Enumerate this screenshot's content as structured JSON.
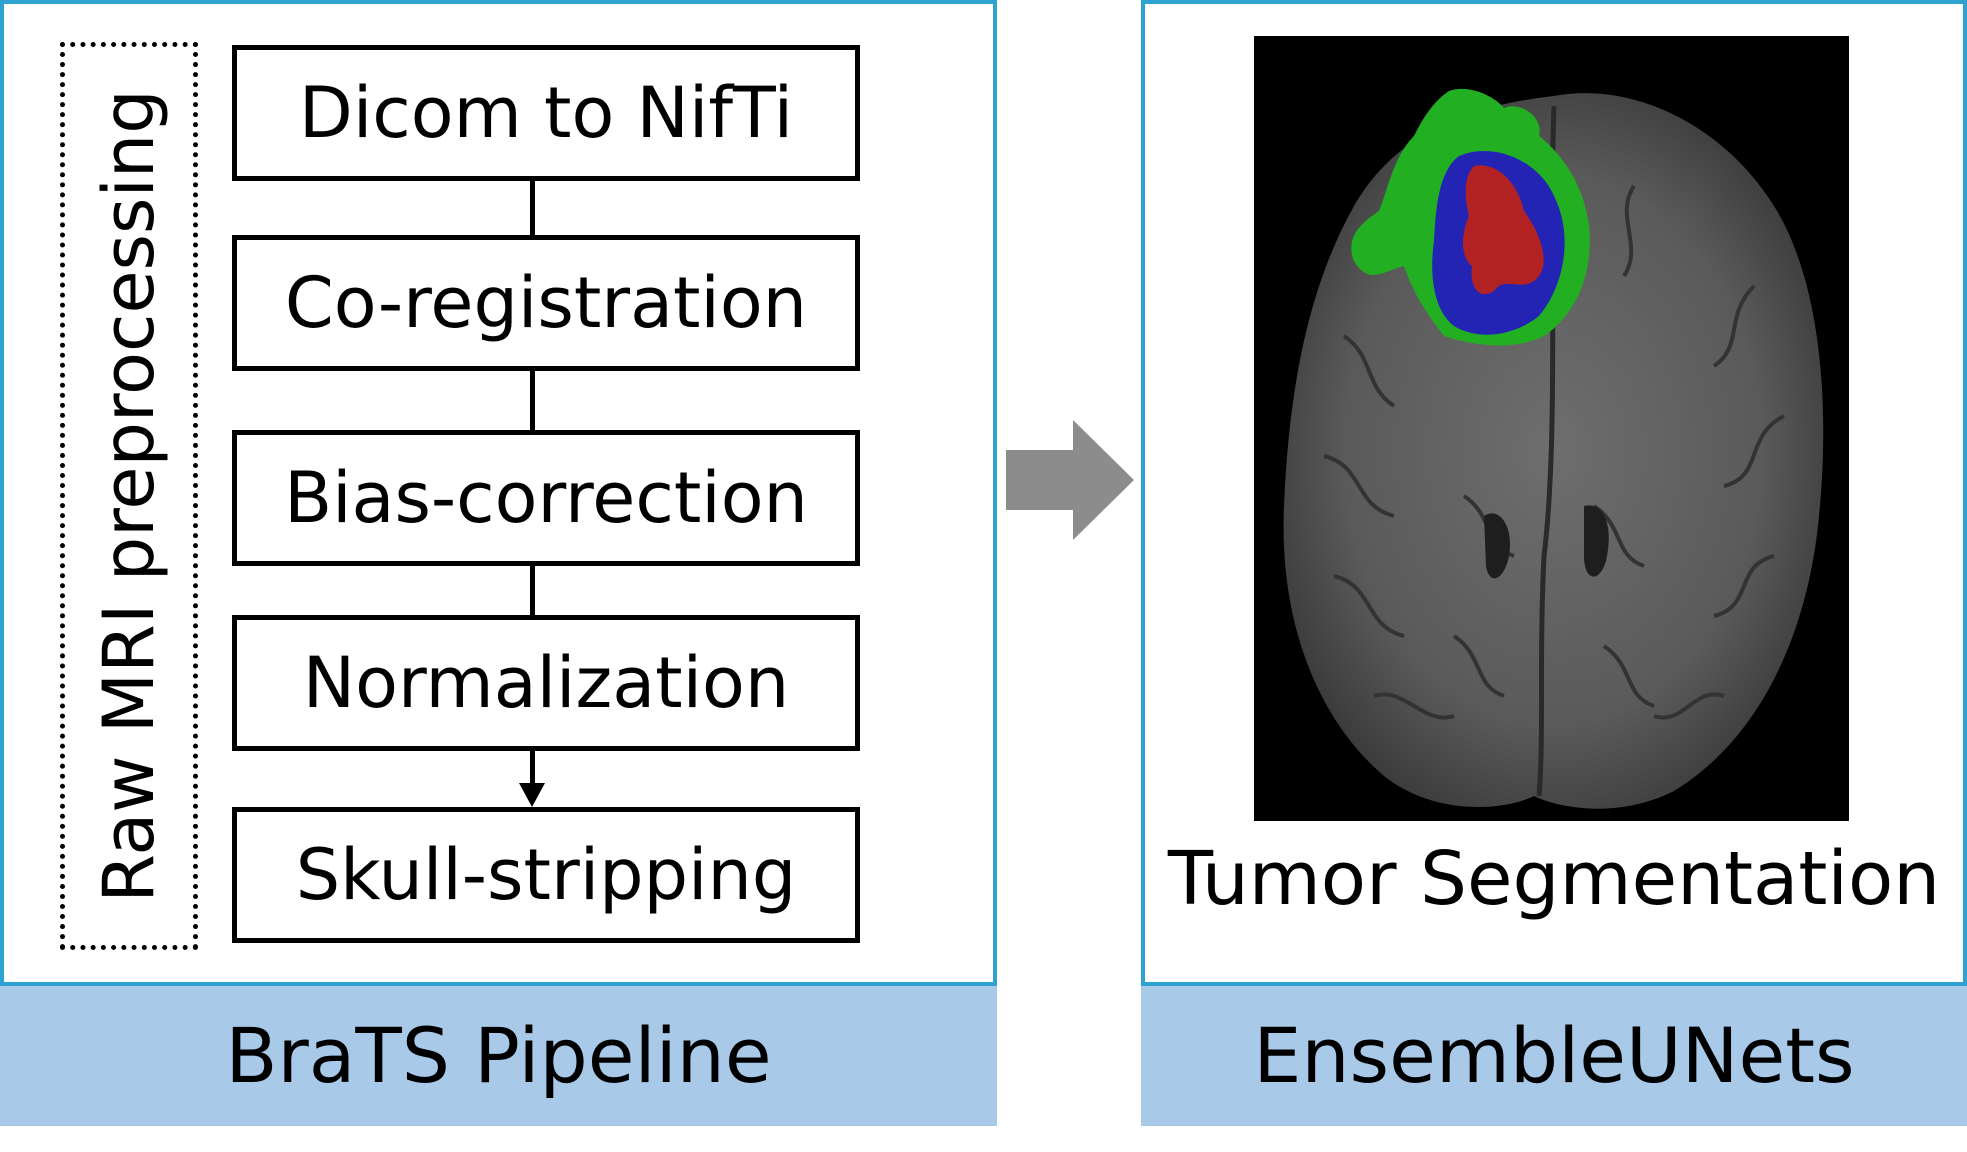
{
  "left_panel": {
    "vertical_label": "Raw MRI preprocessing",
    "steps": [
      "Dicom to NifTi",
      "Co-registration",
      "Bias-correction",
      "Normalization",
      "Skull-stripping"
    ],
    "footer": "BraTS Pipeline"
  },
  "right_panel": {
    "caption": "Tumor Segmentation",
    "footer": "EnsembleUNets"
  },
  "colors": {
    "panel_border": "#2ea3d2",
    "footer_fill": "#a9c9e9",
    "arrow": "#8c8c8c",
    "edema": "#22b022",
    "enhancing_tumor": "#2424b4",
    "necrotic_core": "#b22222"
  },
  "icons": {
    "flow_arrow": "right-arrow-icon",
    "brain_image": "brain-mri-segmentation"
  }
}
